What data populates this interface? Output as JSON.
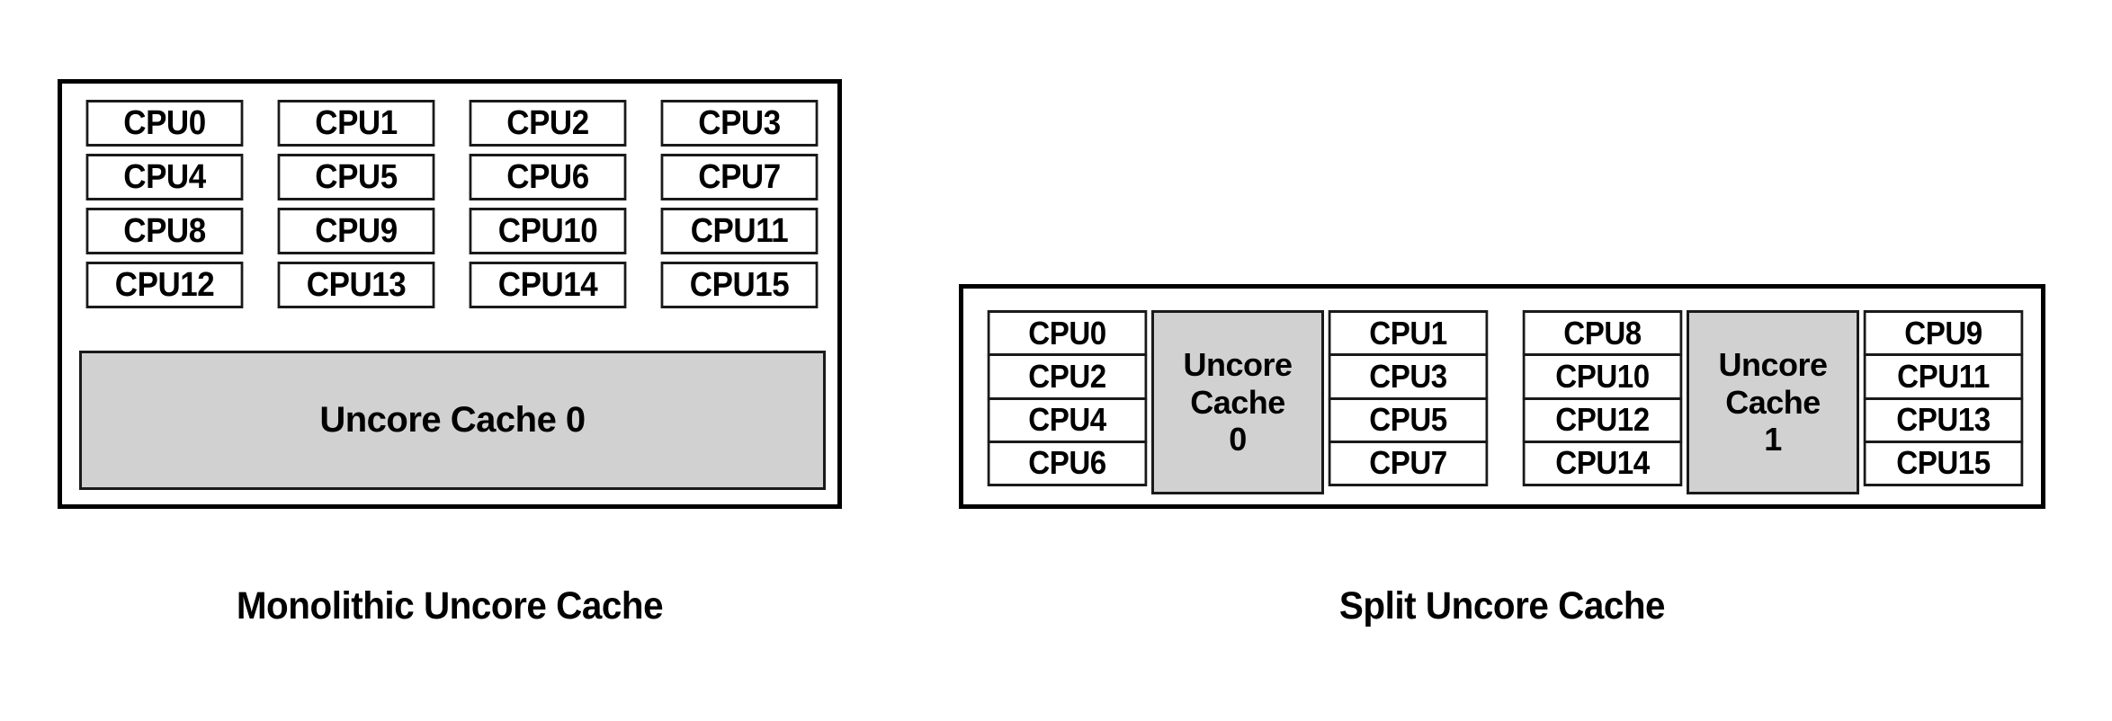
{
  "figure": {
    "background_color": "#ffffff",
    "cpu_box_fill": "#ffffff",
    "cache_box_fill": "#d1d1d1",
    "border_color": "#000000"
  },
  "panels": [
    {
      "id": "monolithic",
      "caption": "Monolithic Uncore Cache",
      "cpus": [
        "CPU0",
        "CPU1",
        "CPU2",
        "CPU3",
        "CPU4",
        "CPU5",
        "CPU6",
        "CPU7",
        "CPU8",
        "CPU9",
        "CPU10",
        "CPU11",
        "CPU12",
        "CPU13",
        "CPU14",
        "CPU15"
      ],
      "cache": {
        "label": "Uncore Cache 0"
      }
    },
    {
      "id": "split",
      "caption": "Split Uncore Cache",
      "clusters": [
        {
          "left_cpus": [
            "CPU0",
            "CPU2",
            "CPU4",
            "CPU6"
          ],
          "cache": {
            "line1": "Uncore",
            "line2": "Cache",
            "line3": "0"
          },
          "right_cpus": [
            "CPU1",
            "CPU3",
            "CPU5",
            "CPU7"
          ]
        },
        {
          "left_cpus": [
            "CPU8",
            "CPU10",
            "CPU12",
            "CPU14"
          ],
          "cache": {
            "line1": "Uncore",
            "line2": "Cache",
            "line3": "1"
          },
          "right_cpus": [
            "CPU9",
            "CPU11",
            "CPU13",
            "CPU15"
          ]
        }
      ]
    }
  ]
}
